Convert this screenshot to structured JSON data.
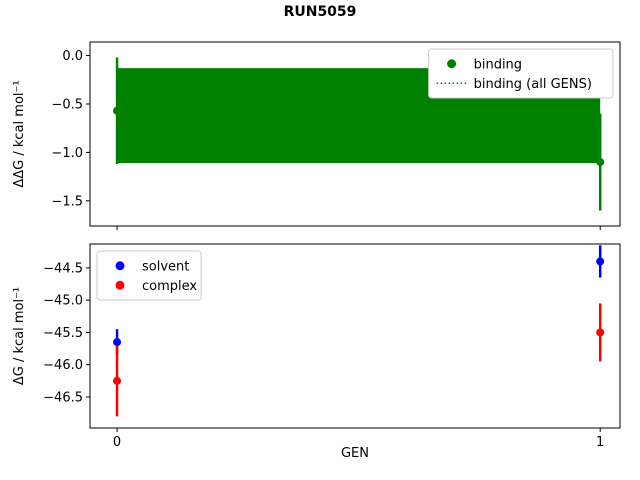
{
  "figure": {
    "title": "RUN5059"
  },
  "chart_data": [
    {
      "type": "scatter",
      "title": "",
      "xlabel": "",
      "ylabel": "ΔΔG / kcal mol⁻¹",
      "xlim": [
        -0.056,
        1.041
      ],
      "ylim": [
        -1.76,
        0.14
      ],
      "yticks": [
        0.0,
        -0.5,
        -1.0,
        -1.5
      ],
      "xticks": [
        0,
        1
      ],
      "show_x_tick_labels": false,
      "grid": false,
      "series": [
        {
          "name": "binding",
          "color": "#008000",
          "marker": "circle",
          "x": [
            0,
            1
          ],
          "y": [
            -0.57,
            -1.1
          ],
          "yerr": [
            0.55,
            0.5
          ]
        }
      ],
      "band": {
        "label": "binding (all GENS)",
        "color": "#008000",
        "x": [
          0,
          1
        ],
        "y_low": -1.11,
        "y_high": -0.13,
        "line_y": -0.62,
        "line_style": "dotted"
      },
      "legend": {
        "position": "upper right",
        "entries": [
          {
            "label": "binding",
            "marker": "dot",
            "color": "#008000"
          },
          {
            "label": "binding (all GENS)",
            "marker": "dotted-line",
            "color": "#008000"
          }
        ]
      }
    },
    {
      "type": "scatter",
      "title": "",
      "xlabel": "GEN",
      "ylabel": "ΔG / kcal mol⁻¹",
      "xlim": [
        -0.056,
        1.041
      ],
      "ylim": [
        -46.98,
        -44.13
      ],
      "yticks": [
        -44.5,
        -45.0,
        -45.5,
        -46.0,
        -46.5
      ],
      "xticks": [
        0,
        1
      ],
      "show_x_tick_labels": true,
      "grid": false,
      "series": [
        {
          "name": "solvent",
          "color": "#0000ff",
          "marker": "circle",
          "x": [
            0,
            1
          ],
          "y": [
            -45.65,
            -44.4
          ],
          "yerr": [
            0.2,
            0.25
          ]
        },
        {
          "name": "complex",
          "color": "#ff0000",
          "marker": "circle",
          "x": [
            0,
            1
          ],
          "y": [
            -46.25,
            -45.5
          ],
          "yerr": [
            0.55,
            0.45
          ]
        }
      ],
      "legend": {
        "position": "upper left",
        "entries": [
          {
            "label": "solvent",
            "marker": "dot",
            "color": "#0000ff"
          },
          {
            "label": "complex",
            "marker": "dot",
            "color": "#ff0000"
          }
        ]
      }
    }
  ]
}
